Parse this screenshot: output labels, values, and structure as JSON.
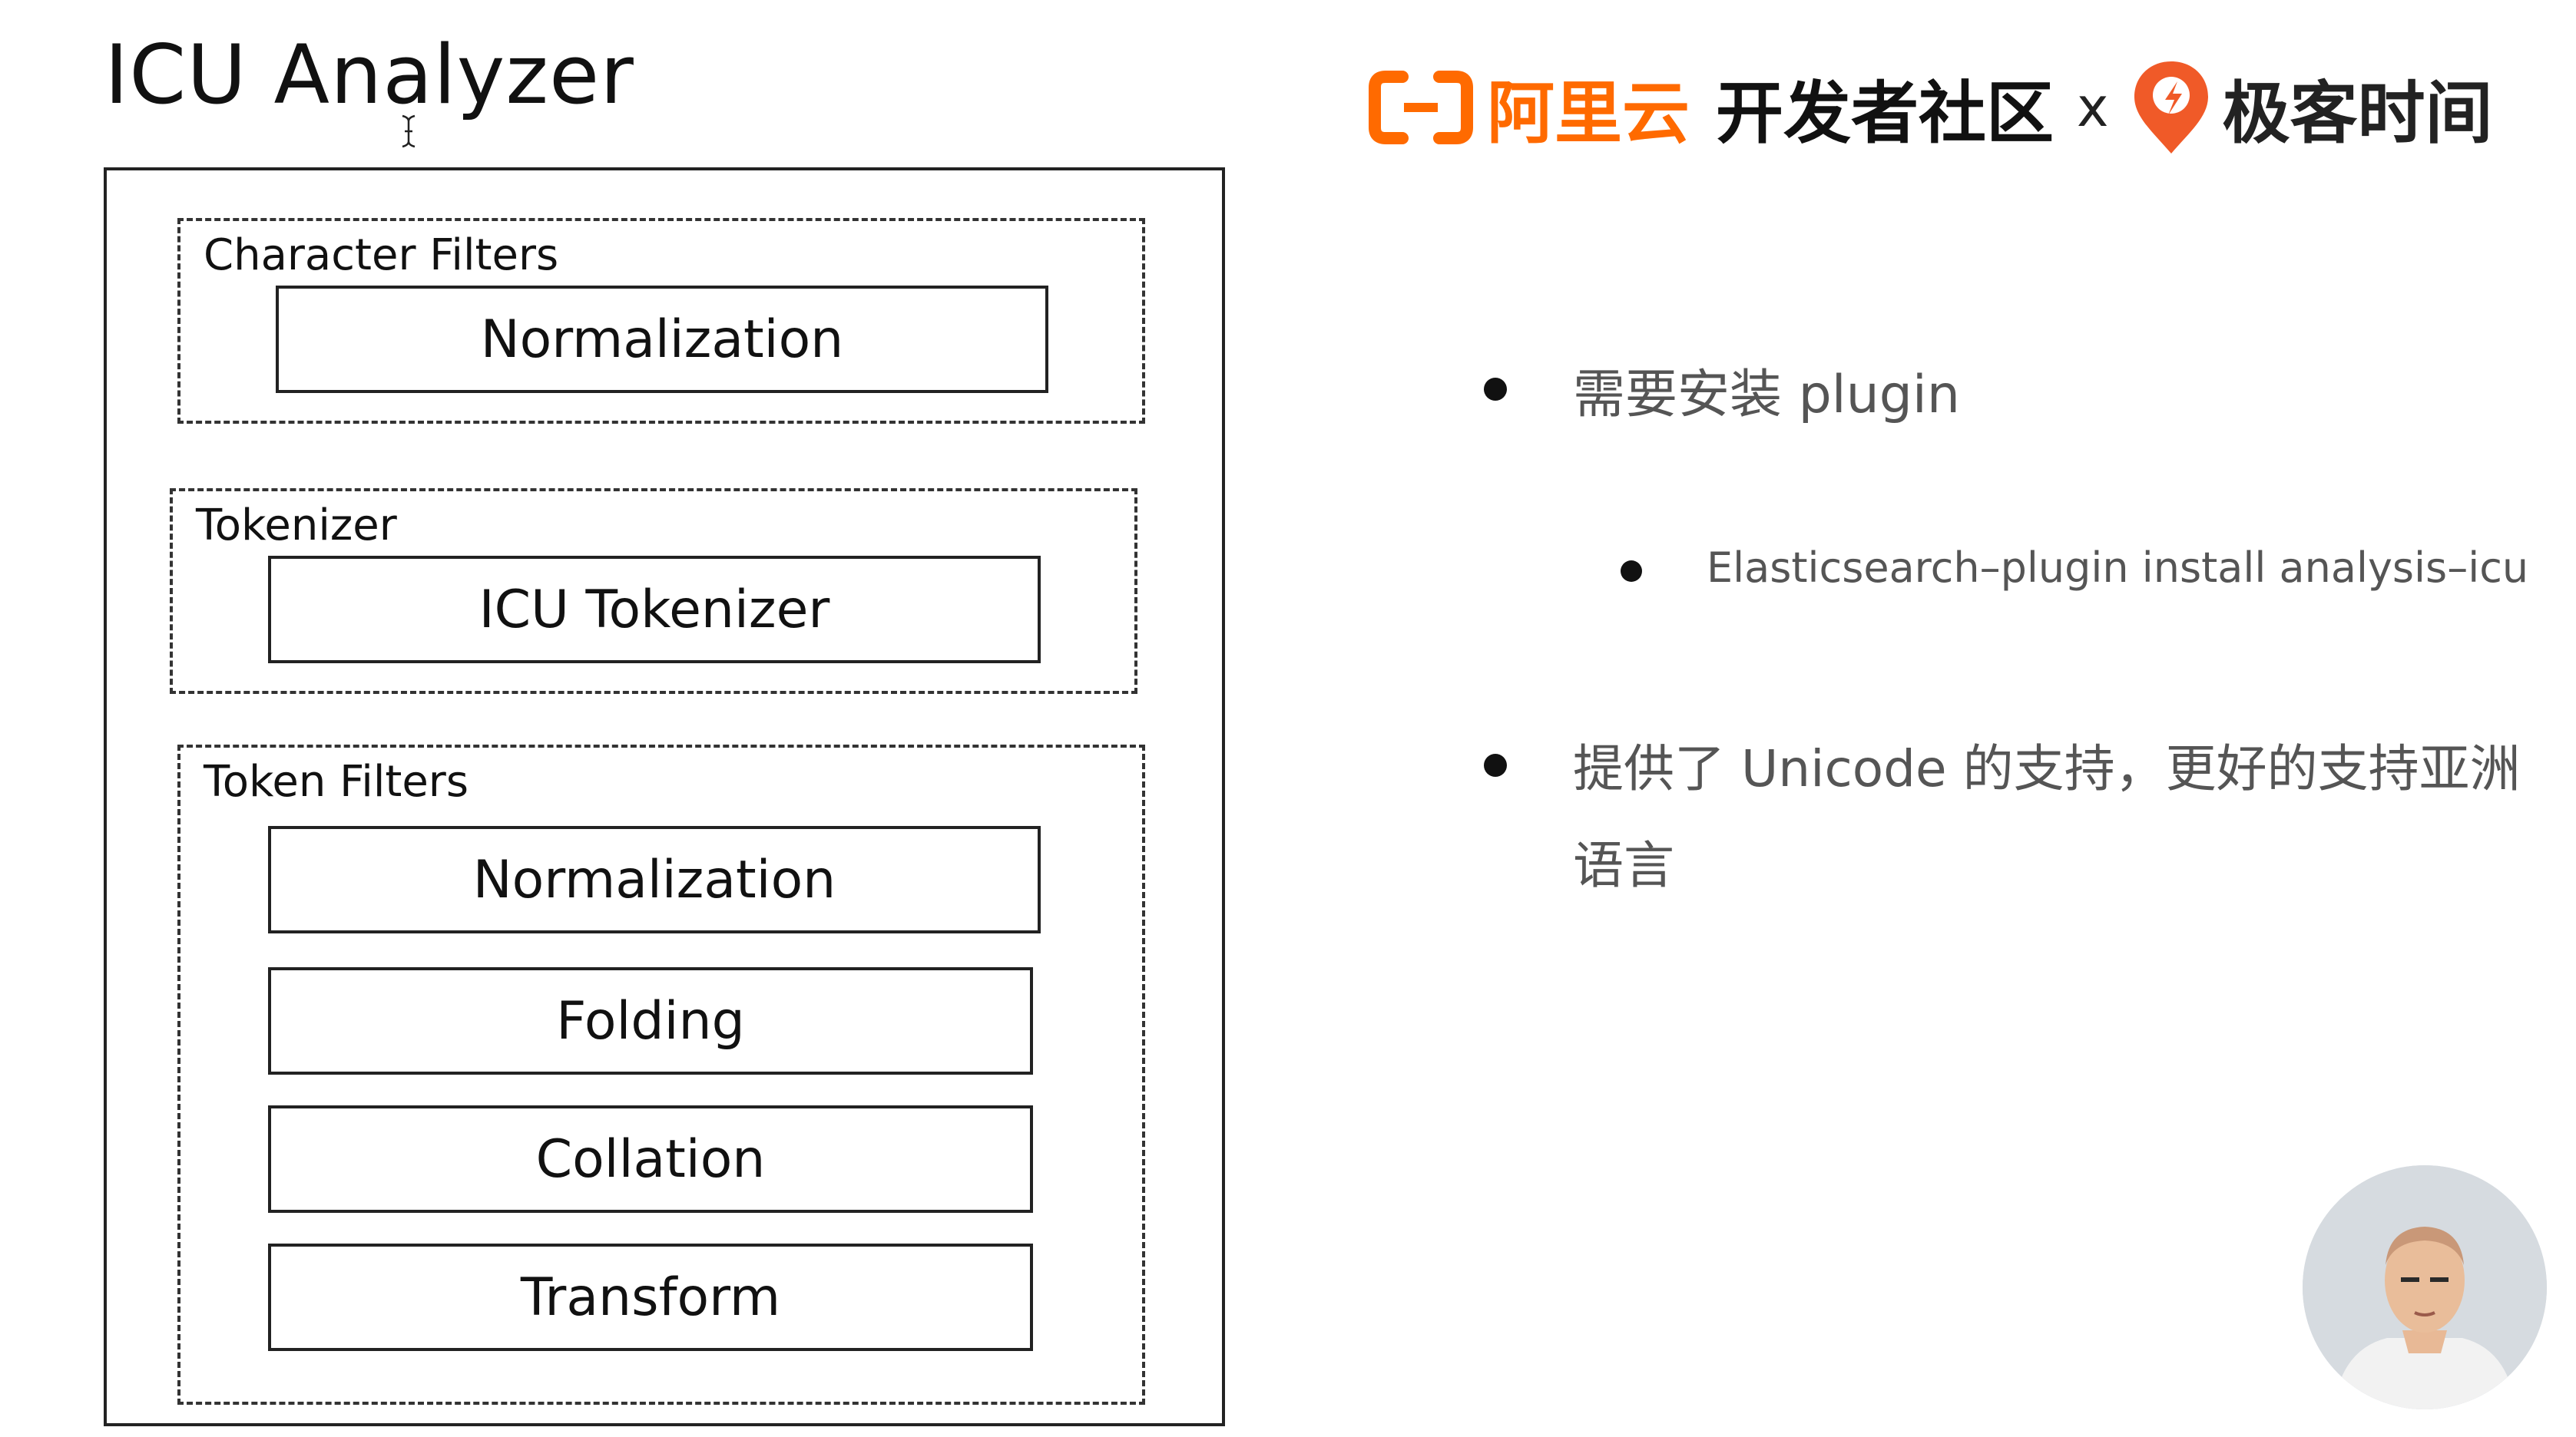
{
  "slide": {
    "title": "ICU Analyzer"
  },
  "diagram": {
    "groups": [
      {
        "label": "Character Filters",
        "steps": [
          "Normalization"
        ]
      },
      {
        "label": "Tokenizer",
        "steps": [
          "ICU Tokenizer"
        ]
      },
      {
        "label": "Token Filters",
        "steps": [
          "Normalization",
          "Folding",
          "Collation",
          "Transform"
        ]
      }
    ]
  },
  "branding": {
    "aliyun": "阿里云",
    "community": "开发者社区",
    "separator": "x",
    "geek": "极客时间",
    "aliyun_color": "#ff6a00",
    "geek_color": "#f05a28"
  },
  "bullets": {
    "b1": "需要安装 plugin",
    "b1_sub": "Elasticsearch–plugin install analysis–icu",
    "b2_line1": "提供了 Unicode 的支持，更好的支持亚洲",
    "b2_line2": "语言"
  }
}
